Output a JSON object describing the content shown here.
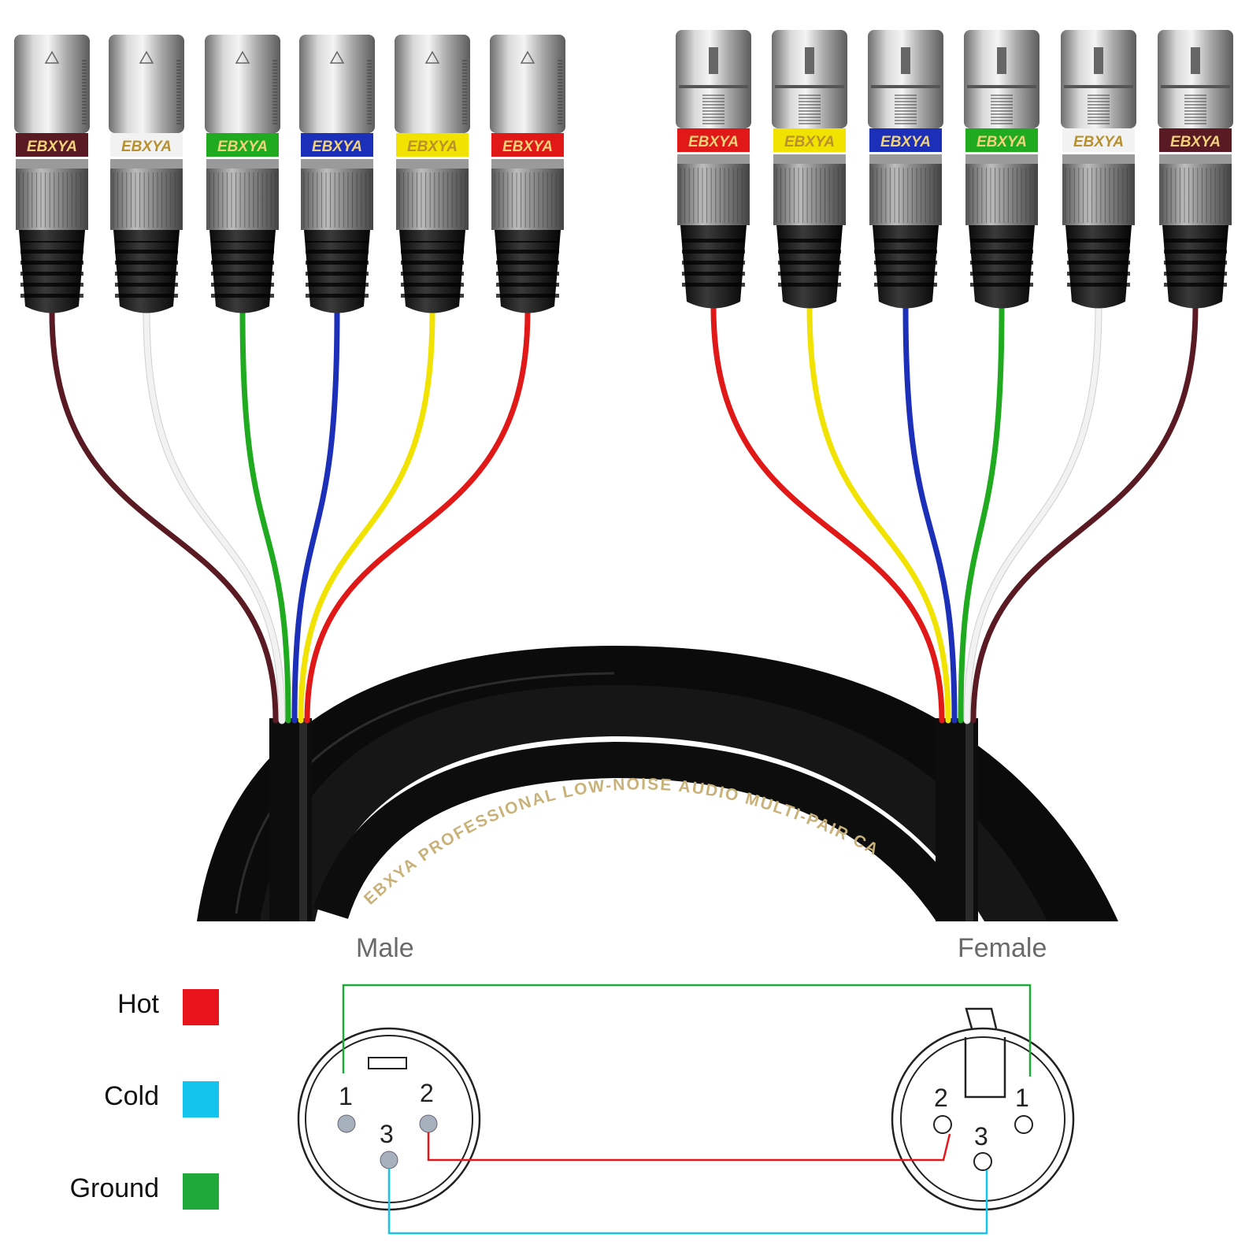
{
  "brand": "EBXYA",
  "cable_print": "EBXYA  PROFESSIONAL LOW-NOISE AUDIO MULTI-PAIR CA",
  "ends": {
    "male": "Male",
    "female": "Female"
  },
  "male_channel_colors": [
    "#5a1a24",
    "#f2f2f2",
    "#1faa1f",
    "#1c2fb8",
    "#f2e200",
    "#e01818"
  ],
  "female_channel_colors": [
    "#e01818",
    "#f2e200",
    "#1c2fb8",
    "#1faa1f",
    "#f2f2f2",
    "#5a1a24"
  ],
  "legend": [
    {
      "label": "Hot",
      "color": "#e8141c"
    },
    {
      "label": "Cold",
      "color": "#14c4ec"
    },
    {
      "label": "Ground",
      "color": "#1fa93a"
    }
  ],
  "pins": {
    "p1": "1",
    "p2": "2",
    "p3": "3"
  }
}
